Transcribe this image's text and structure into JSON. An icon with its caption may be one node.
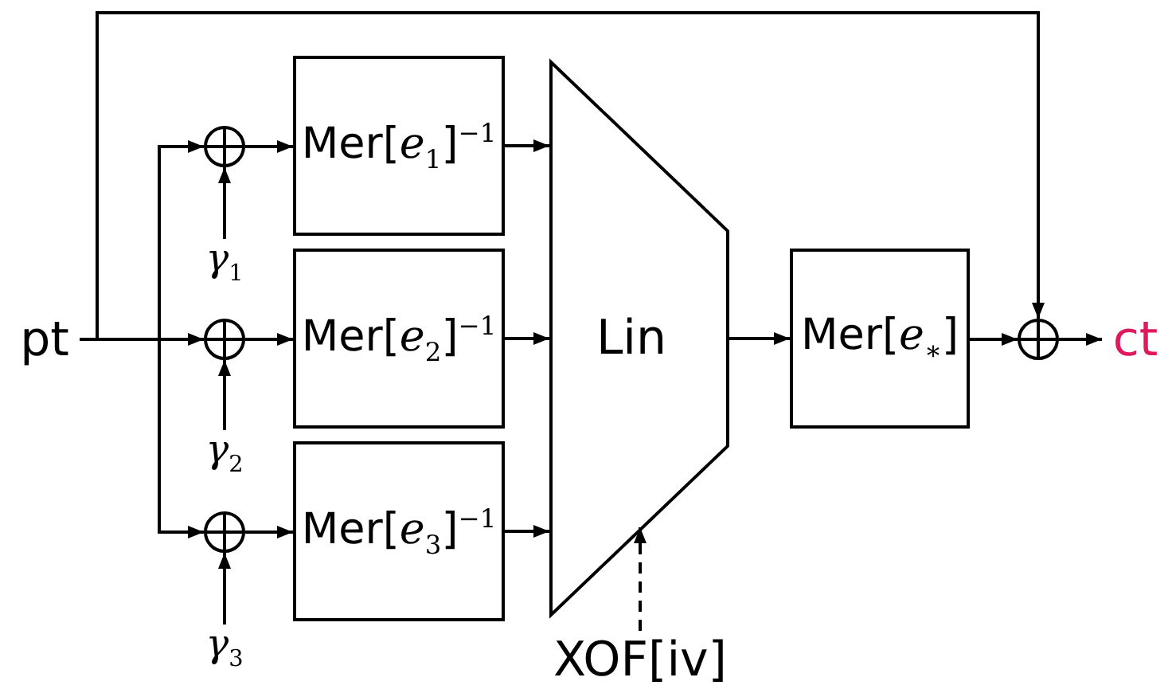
{
  "diagram": {
    "nodes": [
      {
        "text": [
          "pt"
        ]
      },
      {
        "text": [],
        "shape": "circle"
      },
      {
        "text": [],
        "shape": "circle"
      },
      {
        "text": [],
        "shape": "circle"
      },
      {
        "text": [
          "*γ*$_{1}$"
        ]
      },
      {
        "text": [
          "*γ*$_{2}$"
        ]
      },
      {
        "text": [
          "*γ*$_{3}$"
        ]
      },
      {
        "text": [
          "Mer[*e*$_{1}$]$^{−1}$"
        ]
      },
      {
        "text": [
          "Mer[*e*$_{2}$]$^{−1}$"
        ]
      },
      {
        "text": [
          "Mer[*e*$_{3}$]$^{−1}$"
        ]
      },
      {
        "text": [
          "Lin"
        ]
      },
      {
        "text": [
          "XOF[iv]"
        ]
      },
      {
        "text": [
          "Mer[*e*$_{∗}$]"
        ]
      },
      {
        "text": [],
        "shape": "circle"
      },
      {
        "text": [
          "ct"
        ]
      }
    ],
    "edges": [
      {
        "from": 0,
        "to": 1,
        "arrow": "to"
      },
      {
        "from": 0,
        "to": 2,
        "arrow": "to"
      },
      {
        "from": 0,
        "to": 3,
        "arrow": "to"
      },
      {
        "from": 0,
        "to": 13,
        "arrow": "to"
      },
      {
        "from": 4,
        "to": 1,
        "arrow": "to"
      },
      {
        "from": 5,
        "to": 2,
        "arrow": "to"
      },
      {
        "from": 6,
        "to": 3,
        "arrow": "to"
      },
      {
        "from": 1,
        "to": 7,
        "arrow": "to"
      },
      {
        "from": 2,
        "to": 8,
        "arrow": "to"
      },
      {
        "from": 3,
        "to": 9,
        "arrow": "to"
      },
      {
        "from": 7,
        "to": 10,
        "arrow": "to"
      },
      {
        "from": 8,
        "to": 10,
        "arrow": "to"
      },
      {
        "from": 9,
        "to": 10,
        "arrow": "to"
      },
      {
        "from": 11,
        "to": 10,
        "arrow": "to",
        "style": "dashed"
      },
      {
        "from": 10,
        "to": 12,
        "arrow": "to"
      },
      {
        "from": 12,
        "to": 13,
        "arrow": "to"
      },
      {
        "from": 13,
        "to": 14,
        "arrow": "to"
      }
    ]
  }
}
